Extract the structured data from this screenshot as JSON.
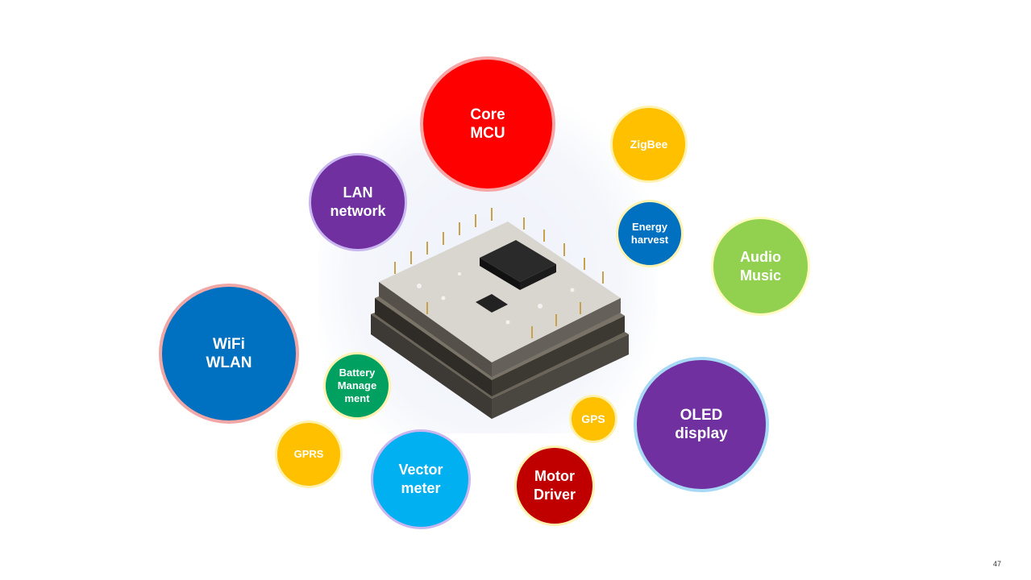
{
  "bubbles": {
    "core": {
      "label": "Core\nMCU"
    },
    "zigbee": {
      "label": "ZigBee"
    },
    "lan": {
      "label": "LAN\nnetwork"
    },
    "energy": {
      "label": "Energy\nharvest"
    },
    "audio": {
      "label": "Audio\nMusic"
    },
    "wifi": {
      "label": "WiFi\nWLAN"
    },
    "battery": {
      "label": "Battery\nManage\nment"
    },
    "oled": {
      "label": "OLED\ndisplay"
    },
    "gps": {
      "label": "GPS"
    },
    "gprs": {
      "label": "GPRS"
    },
    "vector": {
      "label": "Vector\nmeter"
    },
    "motor": {
      "label": "Motor\nDriver"
    }
  },
  "colors": {
    "red": "#ff0000",
    "dark_red": "#c00000",
    "purple": "#7030a0",
    "blue": "#0070c0",
    "light_blue": "#00b0f0",
    "green": "#92d050",
    "dark_green": "#00a060",
    "amber": "#ffc000"
  },
  "page_number": "47"
}
